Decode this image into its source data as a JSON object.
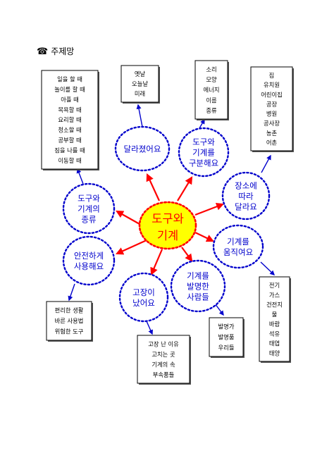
{
  "header": {
    "icon": "telephone-icon",
    "title": "주제망"
  },
  "center": {
    "lines": [
      "도구와",
      "기계"
    ]
  },
  "nodes": [
    {
      "id": "changed",
      "lines": [
        "달라졌어요"
      ]
    },
    {
      "id": "classify",
      "lines": [
        "도구와",
        "기계를",
        "구분해요"
      ]
    },
    {
      "id": "place",
      "lines": [
        "장소에",
        "따라",
        "달라요"
      ]
    },
    {
      "id": "move",
      "lines": [
        "기계를",
        "움직여요"
      ]
    },
    {
      "id": "inventors",
      "lines": [
        "기계를",
        "발명한",
        "사람들"
      ]
    },
    {
      "id": "broken",
      "lines": [
        "고장이",
        "났어요"
      ]
    },
    {
      "id": "safe",
      "lines": [
        "안전하게",
        "사용해요"
      ]
    },
    {
      "id": "kinds",
      "lines": [
        "도구와",
        "기계의",
        "종류"
      ]
    }
  ],
  "boxes": [
    {
      "id": "times",
      "lines": [
        "옛날",
        "오늘날",
        "미래"
      ]
    },
    {
      "id": "features",
      "lines": [
        "소리",
        "모양",
        "에너지",
        "이름",
        "종류"
      ]
    },
    {
      "id": "places",
      "lines": [
        "집",
        "유치원",
        "어린이집",
        "공장",
        "병원",
        "공사장",
        "농촌",
        "어촌"
      ]
    },
    {
      "id": "energy",
      "lines": [
        "전기",
        "가스",
        "건전지",
        "물",
        "바람",
        "석유",
        "태엽",
        "태양"
      ]
    },
    {
      "id": "invent",
      "lines": [
        "발명가",
        "발명품",
        "우리들"
      ]
    },
    {
      "id": "repair",
      "lines": [
        "고장 난 이유",
        "고치는 곳",
        "기계의 속",
        "부속품들"
      ]
    },
    {
      "id": "usage",
      "lines": [
        "편리한 생활",
        "바른 사용법",
        "위험한 도구"
      ]
    },
    {
      "id": "uses",
      "lines": [
        "일을 할 때",
        "놀이를 할 때",
        "아플 때",
        "목욕할 때",
        "요리할 때",
        "청소할 때",
        "공부할 때",
        "짐을 나를 때",
        "이동할 때"
      ]
    }
  ],
  "colors": {
    "center_fill": "#ffff00",
    "center_border": "#ff0000",
    "center_text": "#ff0000",
    "node_border": "#0000cc",
    "node_text": "#0000cc",
    "red_arrow": "#ff0000",
    "blue_arrow": "#0000cc",
    "box_border": "#000000"
  }
}
